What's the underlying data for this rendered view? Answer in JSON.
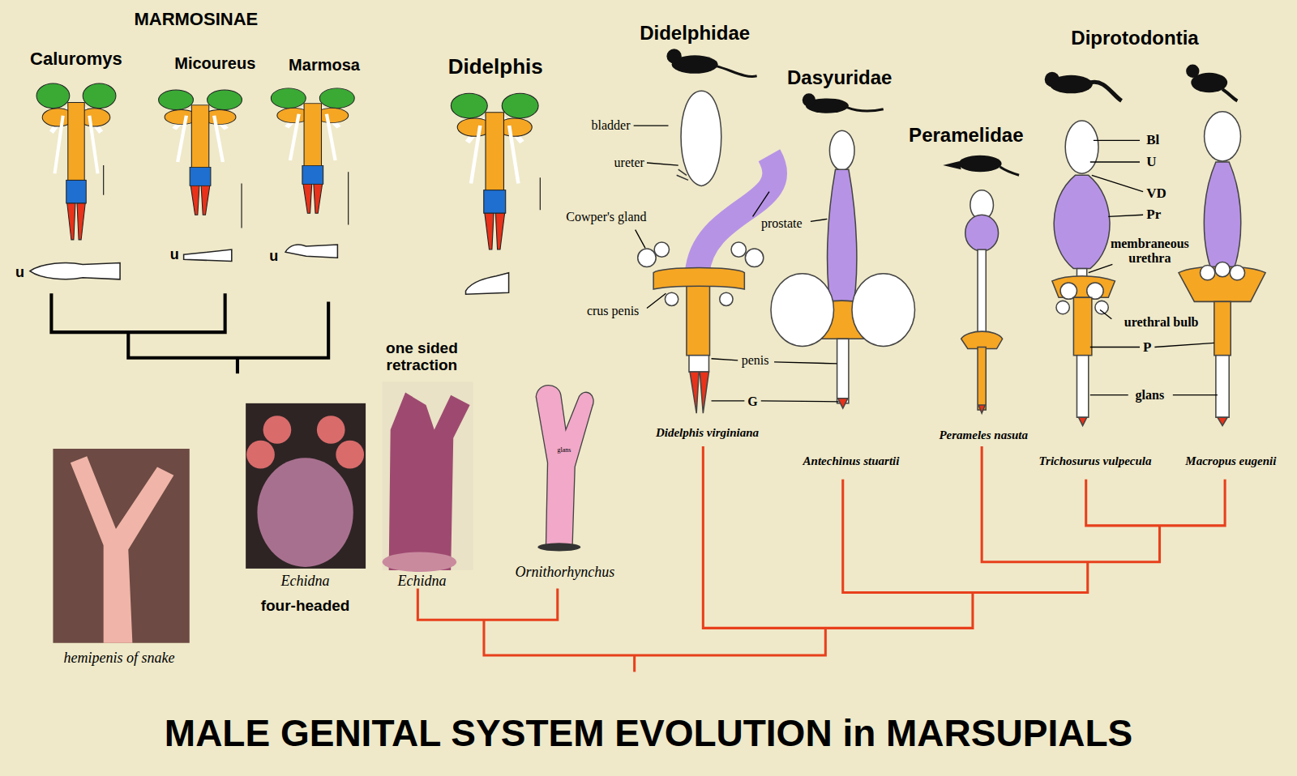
{
  "diagram": {
    "title": "MALE GENITAL SYSTEM EVOLUTION in MARSUPIALS",
    "labels": [
      "MARMOSINAE",
      "Caluromys",
      "Micoureus",
      "Marmosa",
      "Didelphis",
      "Didelphidae",
      "Dasyuridae",
      "Peramelidae",
      "Diprotodontia",
      "bladder",
      "ureter",
      "Cowper's gland",
      "crus penis",
      "prostate",
      "penis",
      "G",
      "Didelphis virginiana",
      "Antechinus stuartii",
      "Perameles nasuta",
      "Trichosurus vulpecula",
      "Macropus eugenii",
      "Bl",
      "U",
      "VD",
      "Pr",
      "membraneous urethra",
      "urethral bulb",
      "P",
      "glans",
      "one sided retraction",
      "Echidna",
      "four-headed",
      "Echidna",
      "Ornithorhynchus",
      "hemipenis of snake",
      "u",
      "u",
      "u",
      "glans"
    ]
  }
}
